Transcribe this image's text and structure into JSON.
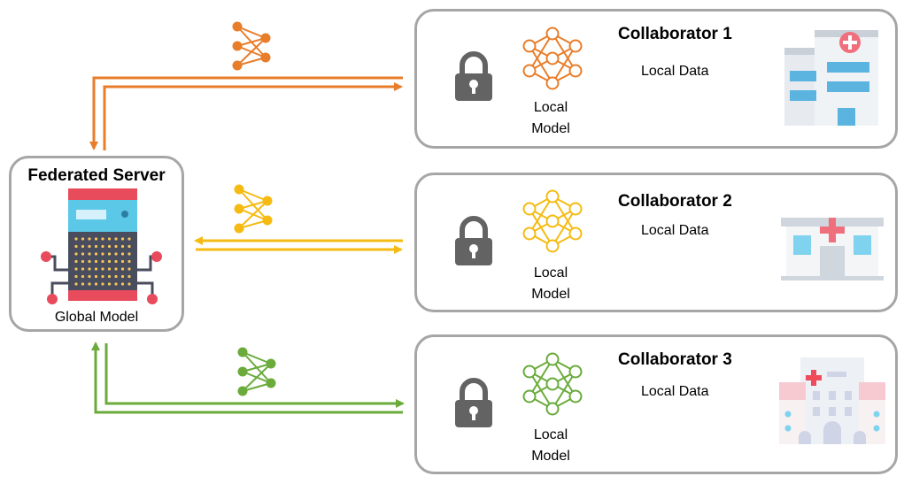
{
  "server": {
    "title": "Federated Server",
    "model_label": "Global Model"
  },
  "collaborators": [
    {
      "title": "Collaborator 1",
      "model_label_line1": "Local",
      "model_label_line2": "Model",
      "data_label": "Local Data",
      "color": "#e87d2a",
      "icon": "hospital-building-icon"
    },
    {
      "title": "Collaborator 2",
      "model_label_line1": "Local",
      "model_label_line2": "Model",
      "data_label": "Local Data",
      "color": "#f5bb12",
      "icon": "clinic-building-icon"
    },
    {
      "title": "Collaborator 3",
      "model_label_line1": "Local",
      "model_label_line2": "Model",
      "data_label": "Local Data",
      "color": "#6aab3b",
      "icon": "hospital-complex-icon"
    }
  ],
  "icons": {
    "lock": "padlock-icon",
    "network": "neural-network-icon",
    "server": "server-rack-icon"
  }
}
